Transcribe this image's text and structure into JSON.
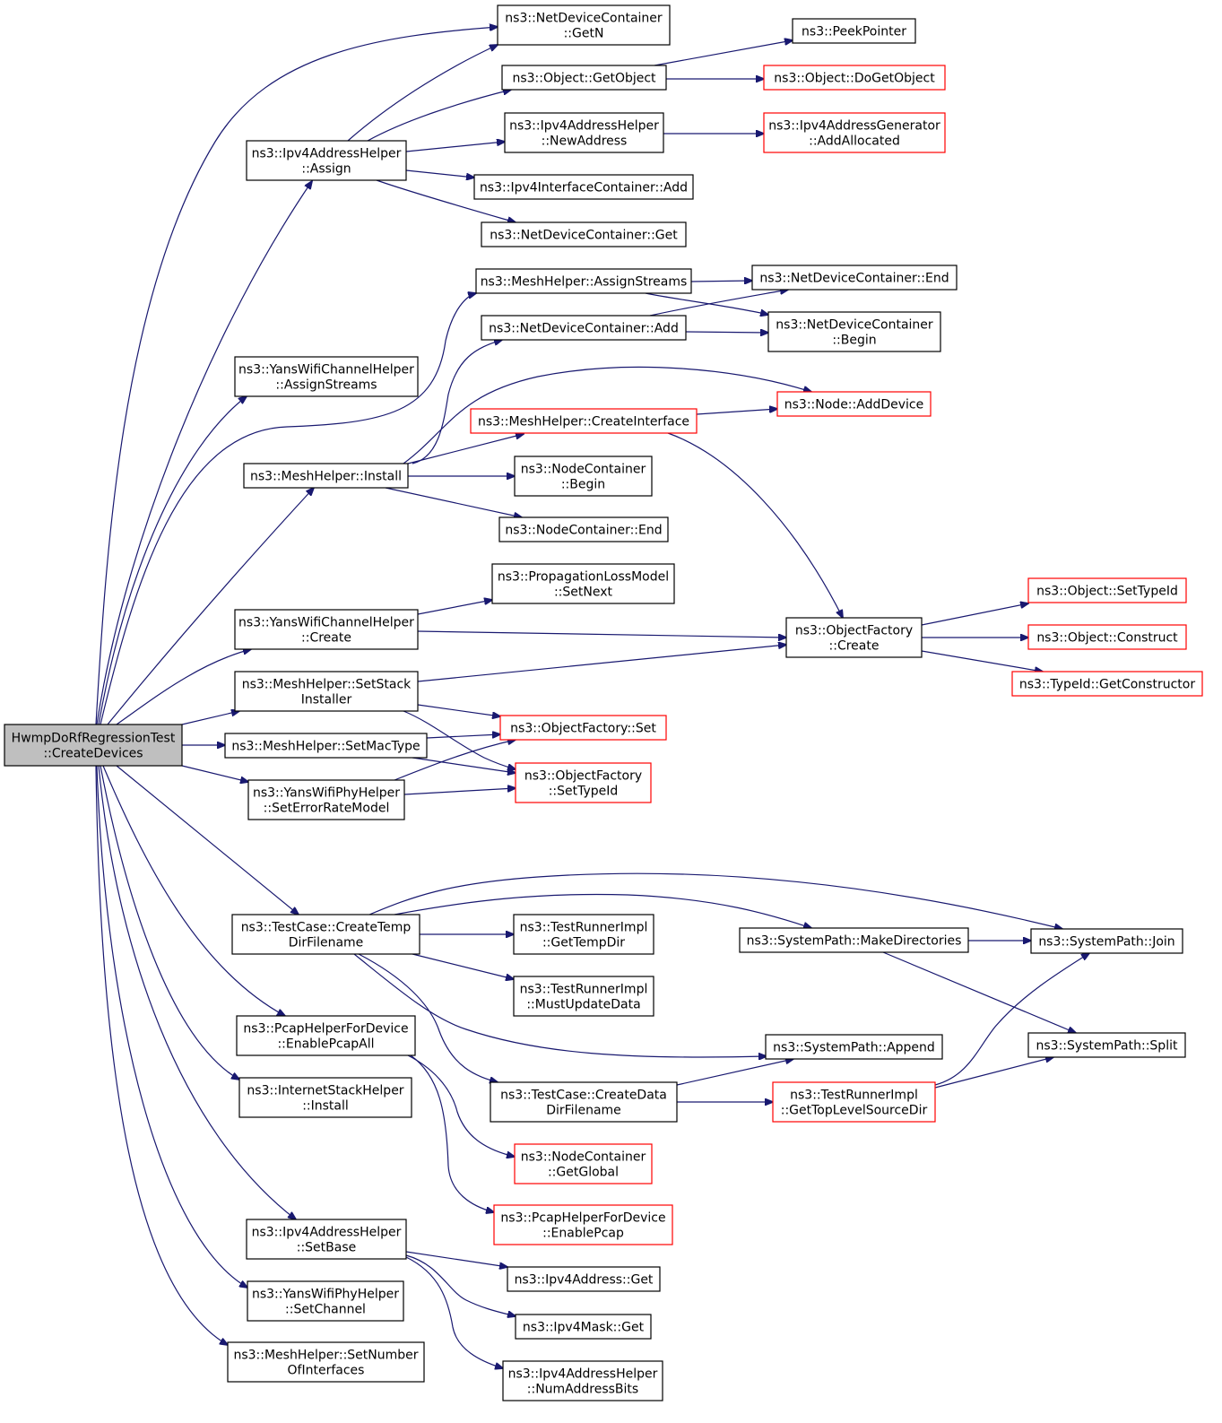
{
  "nodes": {
    "root": {
      "lines": [
        "HwmpDoRfRegressionTest",
        "::CreateDevices"
      ],
      "color": "root"
    },
    "ndc_getn": {
      "lines": [
        "ns3::NetDeviceContainer",
        "::GetN"
      ],
      "color": "black"
    },
    "obj_getobject": {
      "lines": [
        "ns3::Object::GetObject"
      ],
      "color": "black"
    },
    "peekpointer": {
      "lines": [
        "ns3::PeekPointer"
      ],
      "color": "black"
    },
    "obj_dogetobject": {
      "lines": [
        "ns3::Object::DoGetObject"
      ],
      "color": "red"
    },
    "ipv4ah_newaddress": {
      "lines": [
        "ns3::Ipv4AddressHelper",
        "::NewAddress"
      ],
      "color": "black"
    },
    "ipv4ag_addallocated": {
      "lines": [
        "ns3::Ipv4AddressGenerator",
        "::AddAllocated"
      ],
      "color": "red"
    },
    "ipv4ah_assign": {
      "lines": [
        "ns3::Ipv4AddressHelper",
        "::Assign"
      ],
      "color": "black"
    },
    "ipv4ic_add": {
      "lines": [
        "ns3::Ipv4InterfaceContainer::Add"
      ],
      "color": "black"
    },
    "ndc_get": {
      "lines": [
        "ns3::NetDeviceContainer::Get"
      ],
      "color": "black"
    },
    "mh_assignstreams": {
      "lines": [
        "ns3::MeshHelper::AssignStreams"
      ],
      "color": "black"
    },
    "ndc_end": {
      "lines": [
        "ns3::NetDeviceContainer::End"
      ],
      "color": "black"
    },
    "ndc_add": {
      "lines": [
        "ns3::NetDeviceContainer::Add"
      ],
      "color": "black"
    },
    "ndc_begin": {
      "lines": [
        "ns3::NetDeviceContainer",
        "::Begin"
      ],
      "color": "black"
    },
    "ywch_assignstreams": {
      "lines": [
        "ns3::YansWifiChannelHelper",
        "::AssignStreams"
      ],
      "color": "black"
    },
    "mh_createinterface": {
      "lines": [
        "ns3::MeshHelper::CreateInterface"
      ],
      "color": "red"
    },
    "node_adddevice": {
      "lines": [
        "ns3::Node::AddDevice"
      ],
      "color": "red"
    },
    "mh_install": {
      "lines": [
        "ns3::MeshHelper::Install"
      ],
      "color": "black"
    },
    "nc_begin": {
      "lines": [
        "ns3::NodeContainer",
        "::Begin"
      ],
      "color": "black"
    },
    "nc_end": {
      "lines": [
        "ns3::NodeContainer::End"
      ],
      "color": "black"
    },
    "plm_setnext": {
      "lines": [
        "ns3::PropagationLossModel",
        "::SetNext"
      ],
      "color": "black"
    },
    "ywch_create": {
      "lines": [
        "ns3::YansWifiChannelHelper",
        "::Create"
      ],
      "color": "black"
    },
    "of_create": {
      "lines": [
        "ns3::ObjectFactory",
        "::Create"
      ],
      "color": "black"
    },
    "obj_settypeid": {
      "lines": [
        "ns3::Object::SetTypeId"
      ],
      "color": "red"
    },
    "obj_construct": {
      "lines": [
        "ns3::Object::Construct"
      ],
      "color": "red"
    },
    "typeid_getconstructor": {
      "lines": [
        "ns3::TypeId::GetConstructor"
      ],
      "color": "red"
    },
    "mh_setstackinstaller": {
      "lines": [
        "ns3::MeshHelper::SetStack",
        "Installer"
      ],
      "color": "black"
    },
    "of_set": {
      "lines": [
        "ns3::ObjectFactory::Set"
      ],
      "color": "red"
    },
    "mh_setmactype": {
      "lines": [
        "ns3::MeshHelper::SetMacType"
      ],
      "color": "black"
    },
    "of_settypeid": {
      "lines": [
        "ns3::ObjectFactory",
        "::SetTypeId"
      ],
      "color": "red"
    },
    "ywph_seterrorratemodel": {
      "lines": [
        "ns3::YansWifiPhyHelper",
        "::SetErrorRateModel"
      ],
      "color": "black"
    },
    "tc_createtempdirfilename": {
      "lines": [
        "ns3::TestCase::CreateTemp",
        "DirFilename"
      ],
      "color": "black"
    },
    "tri_gettempdir": {
      "lines": [
        "ns3::TestRunnerImpl",
        "::GetTempDir"
      ],
      "color": "black"
    },
    "sp_makedirectories": {
      "lines": [
        "ns3::SystemPath::MakeDirectories"
      ],
      "color": "black"
    },
    "sp_join": {
      "lines": [
        "ns3::SystemPath::Join"
      ],
      "color": "black"
    },
    "tri_mustupdatedata": {
      "lines": [
        "ns3::TestRunnerImpl",
        "::MustUpdateData"
      ],
      "color": "black"
    },
    "phfd_enablepcapall": {
      "lines": [
        "ns3::PcapHelperForDevice",
        "::EnablePcapAll"
      ],
      "color": "black"
    },
    "sp_append": {
      "lines": [
        "ns3::SystemPath::Append"
      ],
      "color": "black"
    },
    "sp_split": {
      "lines": [
        "ns3::SystemPath::Split"
      ],
      "color": "black"
    },
    "ish_install": {
      "lines": [
        "ns3::InternetStackHelper",
        "::Install"
      ],
      "color": "black"
    },
    "tc_createdatadirfilename": {
      "lines": [
        "ns3::TestCase::CreateData",
        "DirFilename"
      ],
      "color": "black"
    },
    "tri_gettoplevelsourcedir": {
      "lines": [
        "ns3::TestRunnerImpl",
        "::GetTopLevelSourceDir"
      ],
      "color": "red"
    },
    "nc_getglobal": {
      "lines": [
        "ns3::NodeContainer",
        "::GetGlobal"
      ],
      "color": "red"
    },
    "phfd_enablepcap": {
      "lines": [
        "ns3::PcapHelperForDevice",
        "::EnablePcap"
      ],
      "color": "red"
    },
    "ipv4ah_setbase": {
      "lines": [
        "ns3::Ipv4AddressHelper",
        "::SetBase"
      ],
      "color": "black"
    },
    "ipv4address_get": {
      "lines": [
        "ns3::Ipv4Address::Get"
      ],
      "color": "black"
    },
    "ywph_setchannel": {
      "lines": [
        "ns3::YansWifiPhyHelper",
        "::SetChannel"
      ],
      "color": "black"
    },
    "ipv4mask_get": {
      "lines": [
        "ns3::Ipv4Mask::Get"
      ],
      "color": "black"
    },
    "mh_setnumberofinterfaces": {
      "lines": [
        "ns3::MeshHelper::SetNumber",
        "OfInterfaces"
      ],
      "color": "black"
    },
    "ipv4ah_numaddressbits": {
      "lines": [
        "ns3::Ipv4AddressHelper",
        "::NumAddressBits"
      ],
      "color": "black"
    }
  },
  "edges": [
    [
      "root",
      "ndc_getn"
    ],
    [
      "root",
      "ipv4ah_assign"
    ],
    [
      "root",
      "ywch_assignstreams"
    ],
    [
      "root",
      "mh_assignstreams"
    ],
    [
      "root",
      "mh_install"
    ],
    [
      "root",
      "ywch_create"
    ],
    [
      "root",
      "mh_setstackinstaller"
    ],
    [
      "root",
      "mh_setmactype"
    ],
    [
      "root",
      "ywph_seterrorratemodel"
    ],
    [
      "root",
      "tc_createtempdirfilename"
    ],
    [
      "root",
      "phfd_enablepcapall"
    ],
    [
      "root",
      "ish_install"
    ],
    [
      "root",
      "ipv4ah_setbase"
    ],
    [
      "root",
      "ywph_setchannel"
    ],
    [
      "root",
      "mh_setnumberofinterfaces"
    ],
    [
      "ipv4ah_assign",
      "ndc_getn"
    ],
    [
      "ipv4ah_assign",
      "obj_getobject"
    ],
    [
      "ipv4ah_assign",
      "ipv4ah_newaddress"
    ],
    [
      "ipv4ah_assign",
      "ipv4ic_add"
    ],
    [
      "ipv4ah_assign",
      "ndc_get"
    ],
    [
      "obj_getobject",
      "peekpointer"
    ],
    [
      "obj_getobject",
      "obj_dogetobject"
    ],
    [
      "ipv4ah_newaddress",
      "ipv4ag_addallocated"
    ],
    [
      "mh_assignstreams",
      "ndc_end"
    ],
    [
      "mh_assignstreams",
      "ndc_begin"
    ],
    [
      "ndc_add",
      "ndc_end"
    ],
    [
      "ndc_add",
      "ndc_begin"
    ],
    [
      "mh_install",
      "ndc_add"
    ],
    [
      "mh_install",
      "node_adddevice"
    ],
    [
      "mh_install",
      "mh_createinterface"
    ],
    [
      "mh_install",
      "nc_begin"
    ],
    [
      "mh_install",
      "nc_end"
    ],
    [
      "mh_createinterface",
      "node_adddevice"
    ],
    [
      "mh_createinterface",
      "of_create"
    ],
    [
      "ywch_create",
      "plm_setnext"
    ],
    [
      "ywch_create",
      "of_create"
    ],
    [
      "of_create",
      "obj_settypeid"
    ],
    [
      "of_create",
      "obj_construct"
    ],
    [
      "of_create",
      "typeid_getconstructor"
    ],
    [
      "mh_setstackinstaller",
      "of_create"
    ],
    [
      "mh_setstackinstaller",
      "of_set"
    ],
    [
      "mh_setstackinstaller",
      "of_settypeid"
    ],
    [
      "mh_setmactype",
      "of_set"
    ],
    [
      "mh_setmactype",
      "of_settypeid"
    ],
    [
      "ywph_seterrorratemodel",
      "of_set"
    ],
    [
      "ywph_seterrorratemodel",
      "of_settypeid"
    ],
    [
      "tc_createtempdirfilename",
      "sp_join"
    ],
    [
      "tc_createtempdirfilename",
      "sp_makedirectories"
    ],
    [
      "tc_createtempdirfilename",
      "tri_gettempdir"
    ],
    [
      "tc_createtempdirfilename",
      "tri_mustupdatedata"
    ],
    [
      "tc_createtempdirfilename",
      "sp_append"
    ],
    [
      "tc_createtempdirfilename",
      "tc_createdatadirfilename"
    ],
    [
      "sp_makedirectories",
      "sp_join"
    ],
    [
      "sp_makedirectories",
      "sp_split"
    ],
    [
      "tc_createdatadirfilename",
      "sp_append"
    ],
    [
      "tc_createdatadirfilename",
      "tri_gettoplevelsourcedir"
    ],
    [
      "tri_gettoplevelsourcedir",
      "sp_join"
    ],
    [
      "tri_gettoplevelsourcedir",
      "sp_split"
    ],
    [
      "phfd_enablepcapall",
      "nc_getglobal"
    ],
    [
      "phfd_enablepcapall",
      "phfd_enablepcap"
    ],
    [
      "ipv4ah_setbase",
      "ipv4address_get"
    ],
    [
      "ipv4ah_setbase",
      "ipv4mask_get"
    ],
    [
      "ipv4ah_setbase",
      "ipv4ah_numaddressbits"
    ]
  ],
  "colors": {
    "edge": "#191970",
    "node_border": "#000000",
    "node_border_red": "#ff0000",
    "root_fill": "#bfbfbf",
    "node_fill": "#ffffff"
  }
}
